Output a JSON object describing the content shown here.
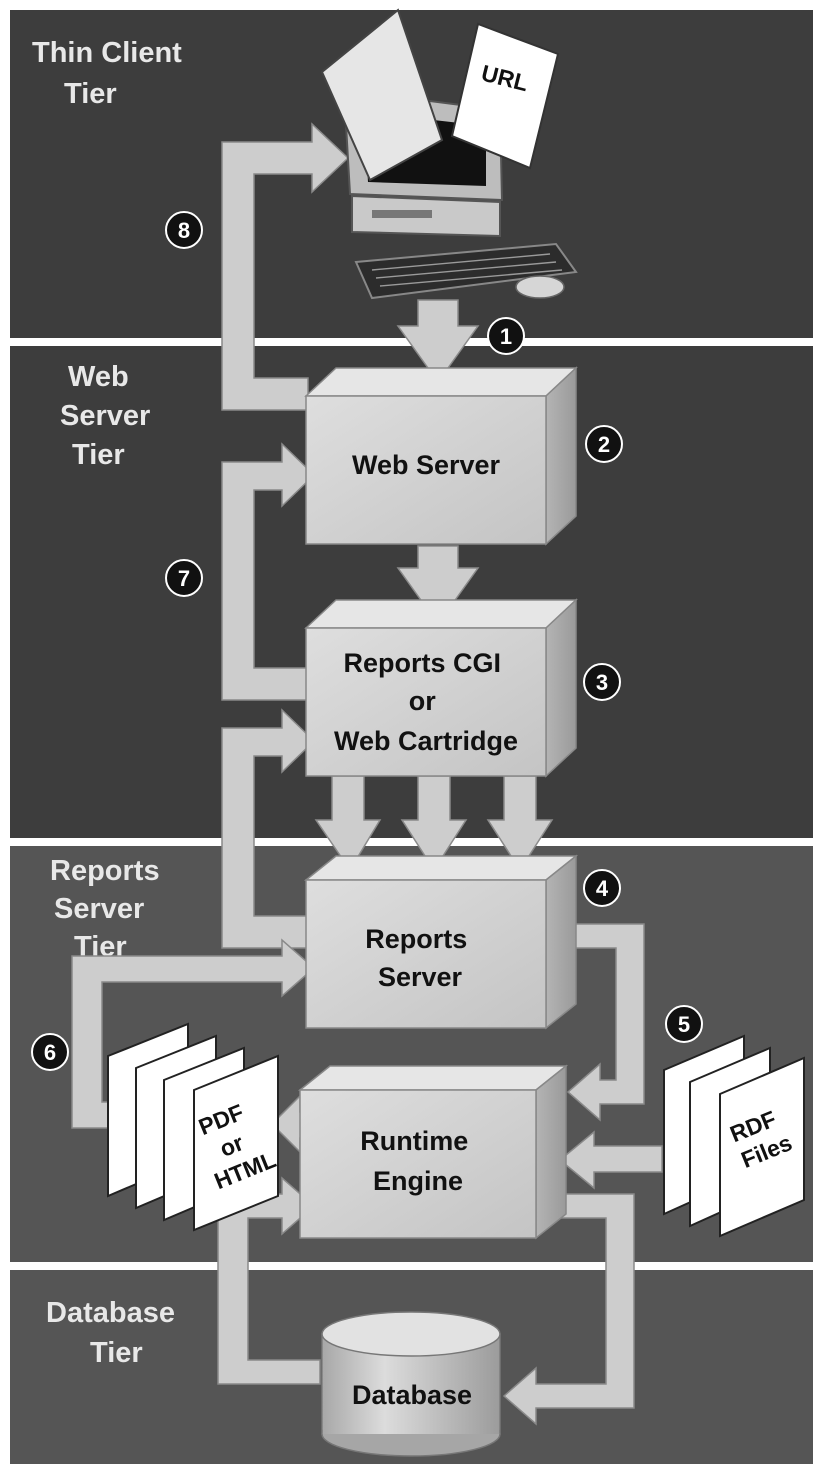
{
  "tiers": {
    "thin_client": [
      "Thin Client",
      "Tier"
    ],
    "web_server": [
      "Web",
      "Server",
      "Tier"
    ],
    "reports_server": [
      "Reports",
      "Server",
      "Tier"
    ],
    "database": [
      "Database",
      "Tier"
    ]
  },
  "components": {
    "web_server": [
      "Web Server"
    ],
    "reports_cgi": [
      "Reports CGI",
      "or",
      "Web Cartridge"
    ],
    "reports_server": [
      "Reports",
      "Server"
    ],
    "runtime_engine": [
      "Runtime",
      "Engine"
    ],
    "database": [
      "Database"
    ]
  },
  "documents": {
    "url": "URL",
    "output": [
      "PDF",
      "or",
      "HTML"
    ],
    "rdf": [
      "RDF",
      "Files"
    ]
  },
  "steps": [
    "1",
    "2",
    "3",
    "4",
    "5",
    "6",
    "7",
    "8"
  ],
  "colors": {
    "tier_dark": "#3d3d3d",
    "tier_mid": "#555555",
    "box_front": "#d2d2d2",
    "arrow": "#c8c8c8",
    "badge": "#111111"
  }
}
